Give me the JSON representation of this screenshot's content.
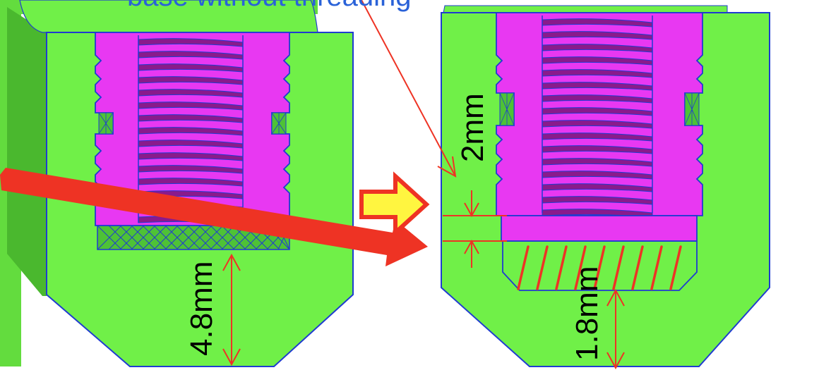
{
  "labels": {
    "title_partial": "base without threading",
    "left_depth": "4.8mm",
    "right_gap": "2mm",
    "right_depth": "1.8mm"
  },
  "colors": {
    "body_green": "#70f048",
    "body_green_dark": "#4ab82e",
    "insert_magenta": "#e838f2",
    "thread_purple": "#8a1a8c",
    "outline_blue": "#1f3bd1",
    "knurl_green": "#4ec236",
    "callout_red": "#ee3324",
    "arrow_yellow": "#fff540",
    "title_blue": "#2a62d8"
  },
  "icons": {
    "transform_arrow": "right-arrow-icon"
  }
}
